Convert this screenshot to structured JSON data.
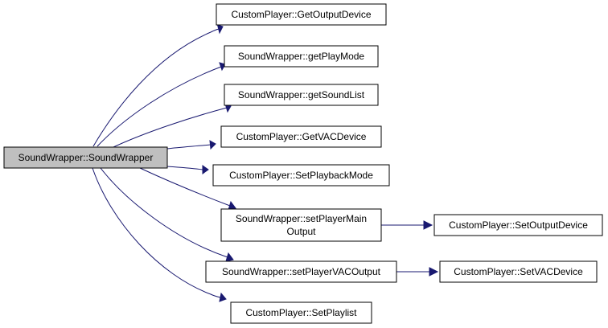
{
  "diagram": {
    "edge_color": "#191970",
    "root_fill": "#bfbfbf",
    "nodes": [
      {
        "id": "root",
        "lines": [
          "SoundWrapper::SoundWrapper"
        ]
      },
      {
        "id": "getOutputDevice",
        "lines": [
          "CustomPlayer::GetOutputDevice"
        ]
      },
      {
        "id": "getPlayMode",
        "lines": [
          "SoundWrapper::getPlayMode"
        ]
      },
      {
        "id": "getSoundList",
        "lines": [
          "SoundWrapper::getSoundList"
        ]
      },
      {
        "id": "getVACDevice",
        "lines": [
          "CustomPlayer::GetVACDevice"
        ]
      },
      {
        "id": "setPlaybackMode",
        "lines": [
          "CustomPlayer::SetPlaybackMode"
        ]
      },
      {
        "id": "setPlayerMainOutput",
        "lines": [
          "SoundWrapper::setPlayerMain",
          "Output"
        ]
      },
      {
        "id": "setPlayerVACOutput",
        "lines": [
          "SoundWrapper::setPlayerVACOutput"
        ]
      },
      {
        "id": "setPlaylist",
        "lines": [
          "CustomPlayer::SetPlaylist"
        ]
      },
      {
        "id": "setOutputDevice",
        "lines": [
          "CustomPlayer::SetOutputDevice"
        ]
      },
      {
        "id": "setVACDevice",
        "lines": [
          "CustomPlayer::SetVACDevice"
        ]
      }
    ],
    "edges": [
      {
        "from": "root",
        "to": "getOutputDevice"
      },
      {
        "from": "root",
        "to": "getPlayMode"
      },
      {
        "from": "root",
        "to": "getSoundList"
      },
      {
        "from": "root",
        "to": "getVACDevice"
      },
      {
        "from": "root",
        "to": "setPlaybackMode"
      },
      {
        "from": "root",
        "to": "setPlayerMainOutput"
      },
      {
        "from": "root",
        "to": "setPlayerVACOutput"
      },
      {
        "from": "root",
        "to": "setPlaylist"
      },
      {
        "from": "setPlayerMainOutput",
        "to": "setOutputDevice"
      },
      {
        "from": "setPlayerVACOutput",
        "to": "setVACDevice"
      }
    ]
  }
}
